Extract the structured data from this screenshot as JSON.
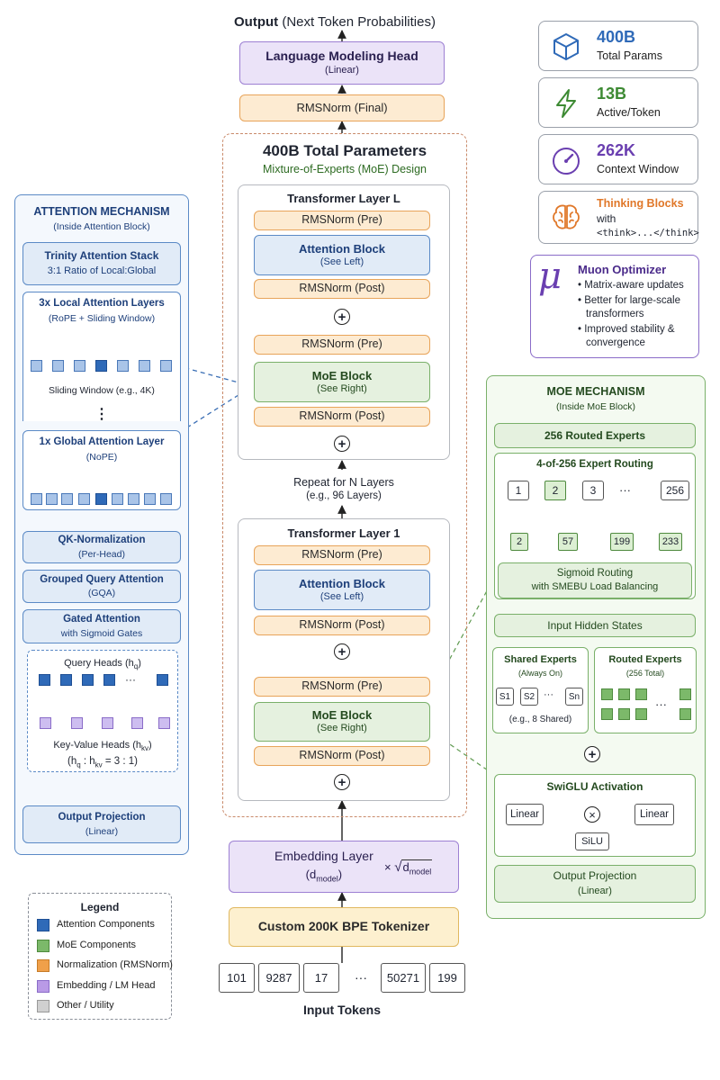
{
  "colors": {
    "attention": "#5b8ac6",
    "moe": "#7ab06a",
    "normalization": "#e8a45a",
    "embedding": "#9d80d3",
    "utility": "#cccccc"
  },
  "top": {
    "output_label": "Output",
    "output_sub": "(Next Token Probabilities)",
    "lm_head": "Language Modeling Head",
    "lm_head_sub": "(Linear)",
    "final_norm": "RMSNorm (Final)"
  },
  "center": {
    "title": "400B Total Parameters",
    "subtitle": "Mixture-of-Experts (MoE) Design",
    "layer_top": {
      "title": "Transformer Layer L",
      "norm_pre_1": "RMSNorm (Pre)",
      "attention": "Attention Block",
      "attention_sub": "(See Left)",
      "norm_post_1": "RMSNorm (Post)",
      "norm_pre_2": "RMSNorm (Pre)",
      "moe": "MoE Block",
      "moe_sub": "(See Right)",
      "norm_post_2": "RMSNorm (Post)"
    },
    "repeat": "Repeat for N Layers",
    "repeat_sub": "(e.g., 96 Layers)",
    "layer_bottom": {
      "title": "Transformer Layer 1",
      "norm_pre_1": "RMSNorm (Pre)",
      "attention": "Attention Block",
      "attention_sub": "(See Left)",
      "norm_post_1": "RMSNorm (Post)",
      "norm_pre_2": "RMSNorm (Pre)",
      "moe": "MoE Block",
      "moe_sub": "(See Right)",
      "norm_post_2": "RMSNorm (Post)"
    },
    "plus": "+"
  },
  "embedding": {
    "label": "Embedding Layer",
    "d": "d",
    "d_sub": "model",
    "times": "×",
    "sqrt": "√",
    "sqrt_d": "d",
    "sqrt_sub": "model"
  },
  "tokenizer": "Custom 200K BPE Tokenizer",
  "tokens": [
    "101",
    "9287",
    "17",
    "···",
    "50271",
    "199"
  ],
  "input_tokens": "Input Tokens",
  "stats": [
    {
      "value": "400B",
      "label": "Total Params",
      "icon": "cube-icon",
      "color": "#2f6ab8"
    },
    {
      "value": "13B",
      "label": "Active/Token",
      "icon": "lightning-icon",
      "color": "#3d8a33"
    },
    {
      "value": "262K",
      "label": "Context Window",
      "icon": "gauge-icon",
      "color": "#6a3fb0"
    }
  ],
  "thinking": {
    "title": "Thinking Blocks",
    "line2": "with",
    "line3": "<think>...</think>",
    "icon": "brain-icon",
    "color": "#e0782a"
  },
  "muon": {
    "symbol": "μ",
    "title": "Muon Optimizer",
    "bullets": [
      "Matrix-aware updates",
      "Better for large-scale",
      "transformers",
      "Improved stability &",
      "convergence"
    ]
  },
  "attention_panel": {
    "title": "ATTENTION MECHANISM",
    "subtitle": "(Inside Attention Block)",
    "stack": "Trinity Attention Stack",
    "stack_sub": "3:1 Ratio of Local:Global",
    "local": "3x Local Attention Layers",
    "local_sub": "(RoPE + Sliding Window)",
    "sliding": "Sliding Window (e.g., 4K)",
    "dots": "⋮",
    "global": "1x Global Attention Layer",
    "global_sub": "(NoPE)",
    "qk": "QK-Normalization",
    "qk_sub": "(Per-Head)",
    "gqa": "Grouped Query Attention",
    "gqa_sub": "(GQA)",
    "gated": "Gated Attention",
    "gated_sub": "with Sigmoid Gates",
    "query_heads": "Query Heads (h",
    "query_sub": "q",
    "kv_heads": "Key-Value Heads (h",
    "kv_sub": "kv",
    "ellipsis": "···",
    "ratio_a": "(h",
    "ratio_q": "q",
    "ratio_mid": " : h",
    "ratio_kv": "kv",
    "ratio_end": " = 3 : 1)",
    "output": "Output Projection",
    "output_sub": "(Linear)"
  },
  "moe_panel": {
    "title": "MOE MECHANISM",
    "subtitle": "(Inside MoE Block)",
    "routed_experts": "256 Routed Experts",
    "routing": "4-of-256 Expert Routing",
    "expert_row": [
      "1",
      "2",
      "3",
      "···",
      "256"
    ],
    "selected": [
      "2",
      "57",
      "199",
      "233"
    ],
    "sigmoid": "Sigmoid Routing",
    "sigmoid_sub": "with SMEBU Load Balancing",
    "input_hidden": "Input Hidden States",
    "shared": "Shared Experts",
    "shared_sub": "(Always On)",
    "shared_items": [
      "S1",
      "S2",
      "···",
      "Sn"
    ],
    "shared_note": "(e.g., 8 Shared)",
    "routed": "Routed Experts",
    "routed_sub": "(256 Total)",
    "routed_dots": "···",
    "swiglu": "SwiGLU Activation",
    "linear_a": "Linear",
    "linear_b": "Linear",
    "silu": "SiLU",
    "times": "×",
    "plus": "+",
    "output": "Output Projection",
    "output_sub": "(Linear)"
  },
  "legend": {
    "title": "Legend",
    "items": [
      {
        "label": "Attention Components",
        "color": "#2f6ab8"
      },
      {
        "label": "MoE Components",
        "color": "#7cb96a"
      },
      {
        "label": "Normalization (RMSNorm)",
        "color": "#f0a04a"
      },
      {
        "label": "Embedding / LM Head",
        "color": "#b99ae6"
      },
      {
        "label": "Other / Utility",
        "color": "#d0d0d0"
      }
    ]
  }
}
